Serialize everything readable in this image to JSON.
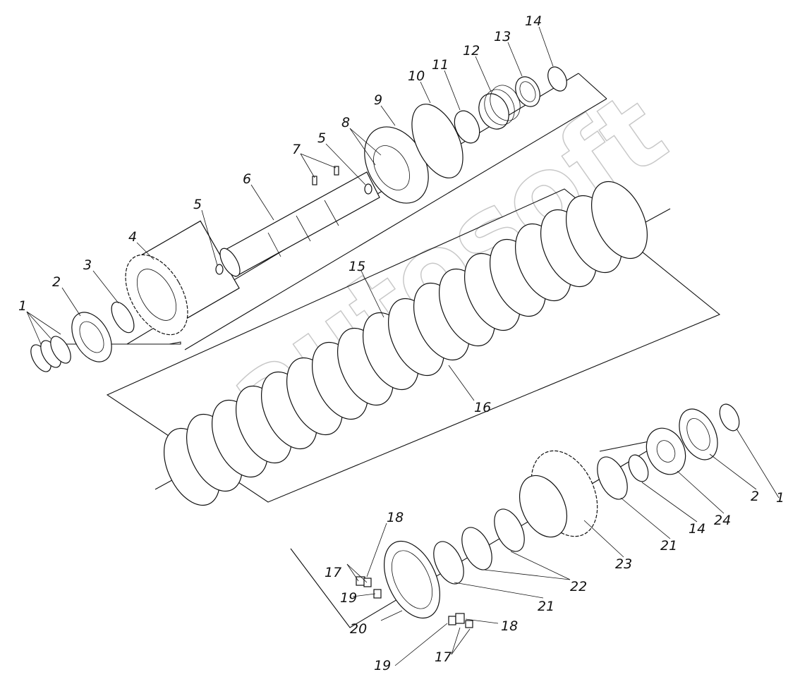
{
  "diagram": {
    "callouts": [
      {
        "id": "c1a",
        "text": "1"
      },
      {
        "id": "c2a",
        "text": "2"
      },
      {
        "id": "c3",
        "text": "3"
      },
      {
        "id": "c4",
        "text": "4"
      },
      {
        "id": "c5a",
        "text": "5"
      },
      {
        "id": "c6",
        "text": "6"
      },
      {
        "id": "c7",
        "text": "7"
      },
      {
        "id": "c5b",
        "text": "5"
      },
      {
        "id": "c8",
        "text": "8"
      },
      {
        "id": "c9",
        "text": "9"
      },
      {
        "id": "c10",
        "text": "10"
      },
      {
        "id": "c11",
        "text": "11"
      },
      {
        "id": "c12",
        "text": "12"
      },
      {
        "id": "c13",
        "text": "13"
      },
      {
        "id": "c14a",
        "text": "14"
      },
      {
        "id": "c15",
        "text": "15"
      },
      {
        "id": "c16",
        "text": "16"
      },
      {
        "id": "c1b",
        "text": "1"
      },
      {
        "id": "c2b",
        "text": "2"
      },
      {
        "id": "c24",
        "text": "24"
      },
      {
        "id": "c14b",
        "text": "14"
      },
      {
        "id": "c21a",
        "text": "21"
      },
      {
        "id": "c23",
        "text": "23"
      },
      {
        "id": "c22",
        "text": "22"
      },
      {
        "id": "c21b",
        "text": "21"
      },
      {
        "id": "c18a",
        "text": "18"
      },
      {
        "id": "c17a",
        "text": "17"
      },
      {
        "id": "c19a",
        "text": "19"
      },
      {
        "id": "c20",
        "text": "20"
      },
      {
        "id": "c19b",
        "text": "19"
      },
      {
        "id": "c18b",
        "text": "18"
      },
      {
        "id": "c17b",
        "text": "17"
      }
    ]
  },
  "watermark": {
    "text": "autosoft"
  }
}
